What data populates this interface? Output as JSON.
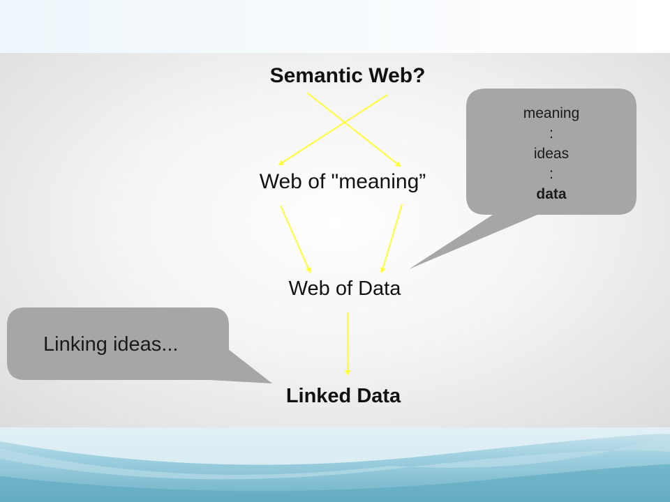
{
  "diagram": {
    "title": "Semantic Web?",
    "node_meaning": "Web of \"meaning”",
    "node_data": "Web of Data",
    "node_linked": "Linked Data"
  },
  "callout_right": {
    "line1": "meaning",
    "sep1": ":",
    "line2": "ideas",
    "sep2": ":",
    "line3": "data"
  },
  "callout_left": {
    "text": "Linking ideas..."
  },
  "colors": {
    "arrow": "#ffff33",
    "callout_fill": "#a6a6a6",
    "bottom_band": "#6fb3c8"
  }
}
